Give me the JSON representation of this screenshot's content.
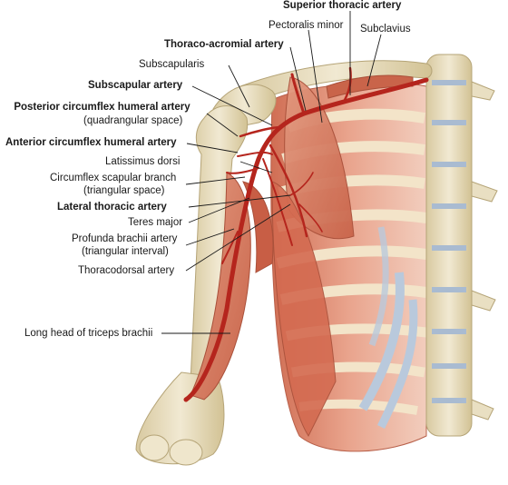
{
  "labels": {
    "superior_thoracic_artery": "Superior thoracic artery",
    "pectoralis_minor": "Pectoralis minor",
    "subclavius": "Subclavius",
    "thoraco_acromial_artery": "Thoraco-acromial artery",
    "subscapularis": "Subscapularis",
    "subscapular_artery": "Subscapular artery",
    "posterior_circumflex_humeral_artery": "Posterior circumflex humeral artery",
    "posterior_circumflex_sub": "(quadrangular space)",
    "anterior_circumflex_humeral_artery": "Anterior circumflex humeral artery",
    "latissimus_dorsi": "Latissimus dorsi",
    "circumflex_scapular_branch": "Circumflex scapular branch",
    "circumflex_scapular_sub": "(triangular space)",
    "lateral_thoracic_artery": "Lateral thoracic artery",
    "teres_major": "Teres major",
    "profunda_brachii_artery": "Profunda brachii artery",
    "profunda_brachii_sub": "(triangular interval)",
    "thoracodorsal_artery": "Thoracodorsal artery",
    "long_head_triceps": "Long head of triceps brachii"
  },
  "colors": {
    "bone": "#ece3c8",
    "bone_shadow": "#c9b98e",
    "muscle": "#d9785c",
    "muscle_light": "#e8a08a",
    "artery": "#b5251d",
    "cartilage": "#b9c9dc",
    "rib_space": "#f3d7c7"
  }
}
